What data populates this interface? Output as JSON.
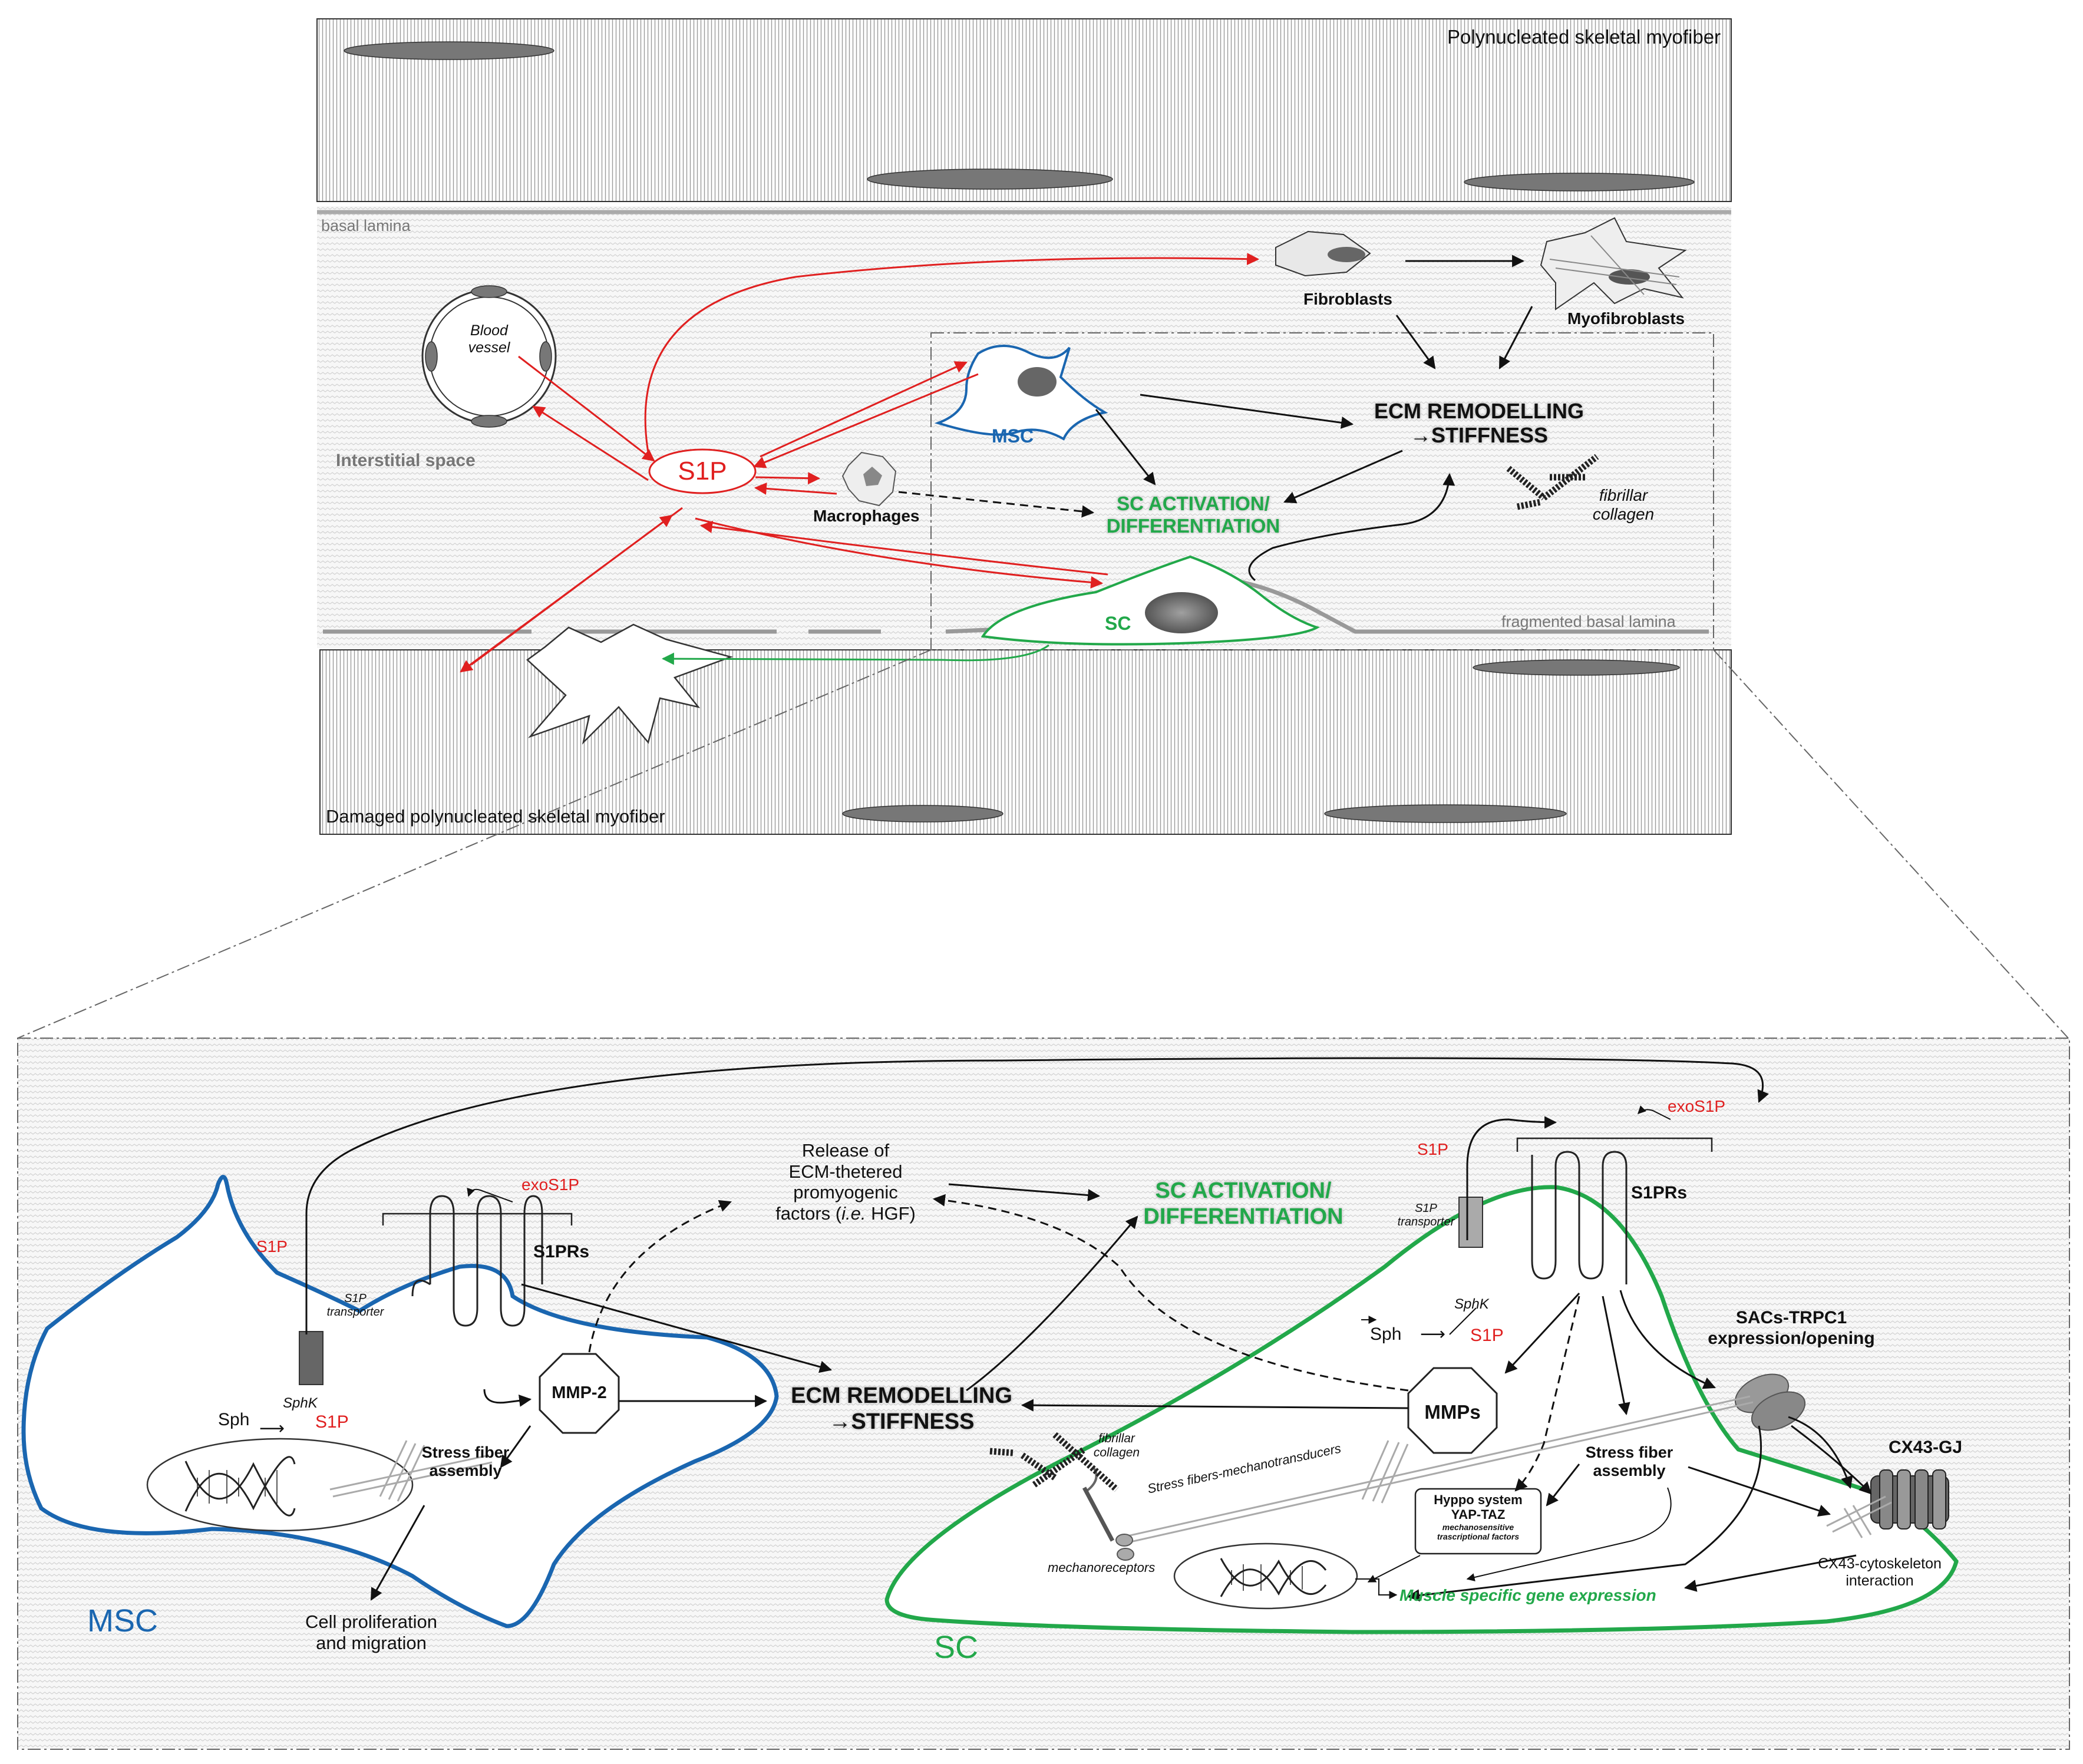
{
  "top_panel": {
    "myofiber_top": "Polynucleated skeletal myofiber",
    "myofiber_bottom": "Damaged polynucleated  skeletal myofiber",
    "basal_lamina": "basal lamina",
    "fragmented_basal_lamina": "fragmented basal lamina",
    "interstitial_space": "Interstitial space",
    "blood_vessel_1": "Blood",
    "blood_vessel_2": "vessel",
    "s1p": "S1P",
    "macrophages": "Macrophages",
    "msc": "MSC",
    "sc": "SC",
    "fibroblasts": "Fibroblasts",
    "myofibroblasts": "Myofibroblasts",
    "ecm_1": "ECM REMODELLING",
    "ecm_2": "→STIFFNESS",
    "sc_activation_1": "SC ACTIVATION/",
    "sc_activation_2": "DIFFERENTIATION",
    "fibrillar_1": "fibrillar",
    "fibrillar_2": "collagen"
  },
  "bottom_panel": {
    "msc": {
      "label": "MSC",
      "s1p_out": "S1P",
      "exo_s1p": "exoS1P",
      "s1p_transporter_1": "S1P",
      "s1p_transporter_2": "transporter",
      "s1prs": "S1PRs",
      "sph": "Sph",
      "sphk": "SphK",
      "s1p_in": "S1P",
      "mmp2": "MMP-2",
      "stress_fiber_1": "Stress fiber",
      "stress_fiber_2": "assembly",
      "proliferation_1": "Cell proliferation",
      "proliferation_2": "and migration"
    },
    "center": {
      "release_1": "Release of",
      "release_2": "ECM-thetered",
      "release_3": "promyogenic",
      "release_4a": "factors (",
      "release_4b": "i.e.",
      "release_4c": " HGF)",
      "sc_activation_1": "SC ACTIVATION/",
      "sc_activation_2": "DIFFERENTIATION",
      "ecm_1": "ECM REMODELLING",
      "ecm_2": "→STIFFNESS",
      "fibrillar_1": "fibrillar",
      "fibrillar_2": "collagen",
      "mechanoreceptors": "mechanoreceptors",
      "stress_fibers_mech": "Stress fibers-mechanotransducers"
    },
    "sc": {
      "label": "SC",
      "s1p_out": "S1P",
      "exo_s1p": "exoS1P",
      "s1p_transporter_1": "S1P",
      "s1p_transporter_2": "transporter",
      "s1prs": "S1PRs",
      "sph": "Sph",
      "sphk": "SphK",
      "s1p_in": "S1P",
      "mmps": "MMPs",
      "sacs_1": "SACs-TRPC1",
      "sacs_2": "expression/opening",
      "cx43": "CX43-GJ",
      "stress_fiber_1": "Stress fiber",
      "stress_fiber_2": "assembly",
      "hyppo_1": "Hyppo system",
      "hyppo_2": "YAP-TAZ",
      "hyppo_3": "mechanosensitive",
      "hyppo_4": "trascriptional factors",
      "cx43_cyto_1": "CX43-cytoskeleton",
      "cx43_cyto_2": "interaction",
      "gene_expression": "Muscle specific gene expression"
    }
  },
  "colors": {
    "red": "#e02020",
    "msc_blue": "#1a66b0",
    "sc_green": "#22a84a",
    "nucleus_gray": "#707070"
  },
  "icons": [
    "dna-icon",
    "receptor-icon",
    "transporter-icon",
    "gap-junction-icon",
    "collagen-icon",
    "injury-star-icon"
  ]
}
